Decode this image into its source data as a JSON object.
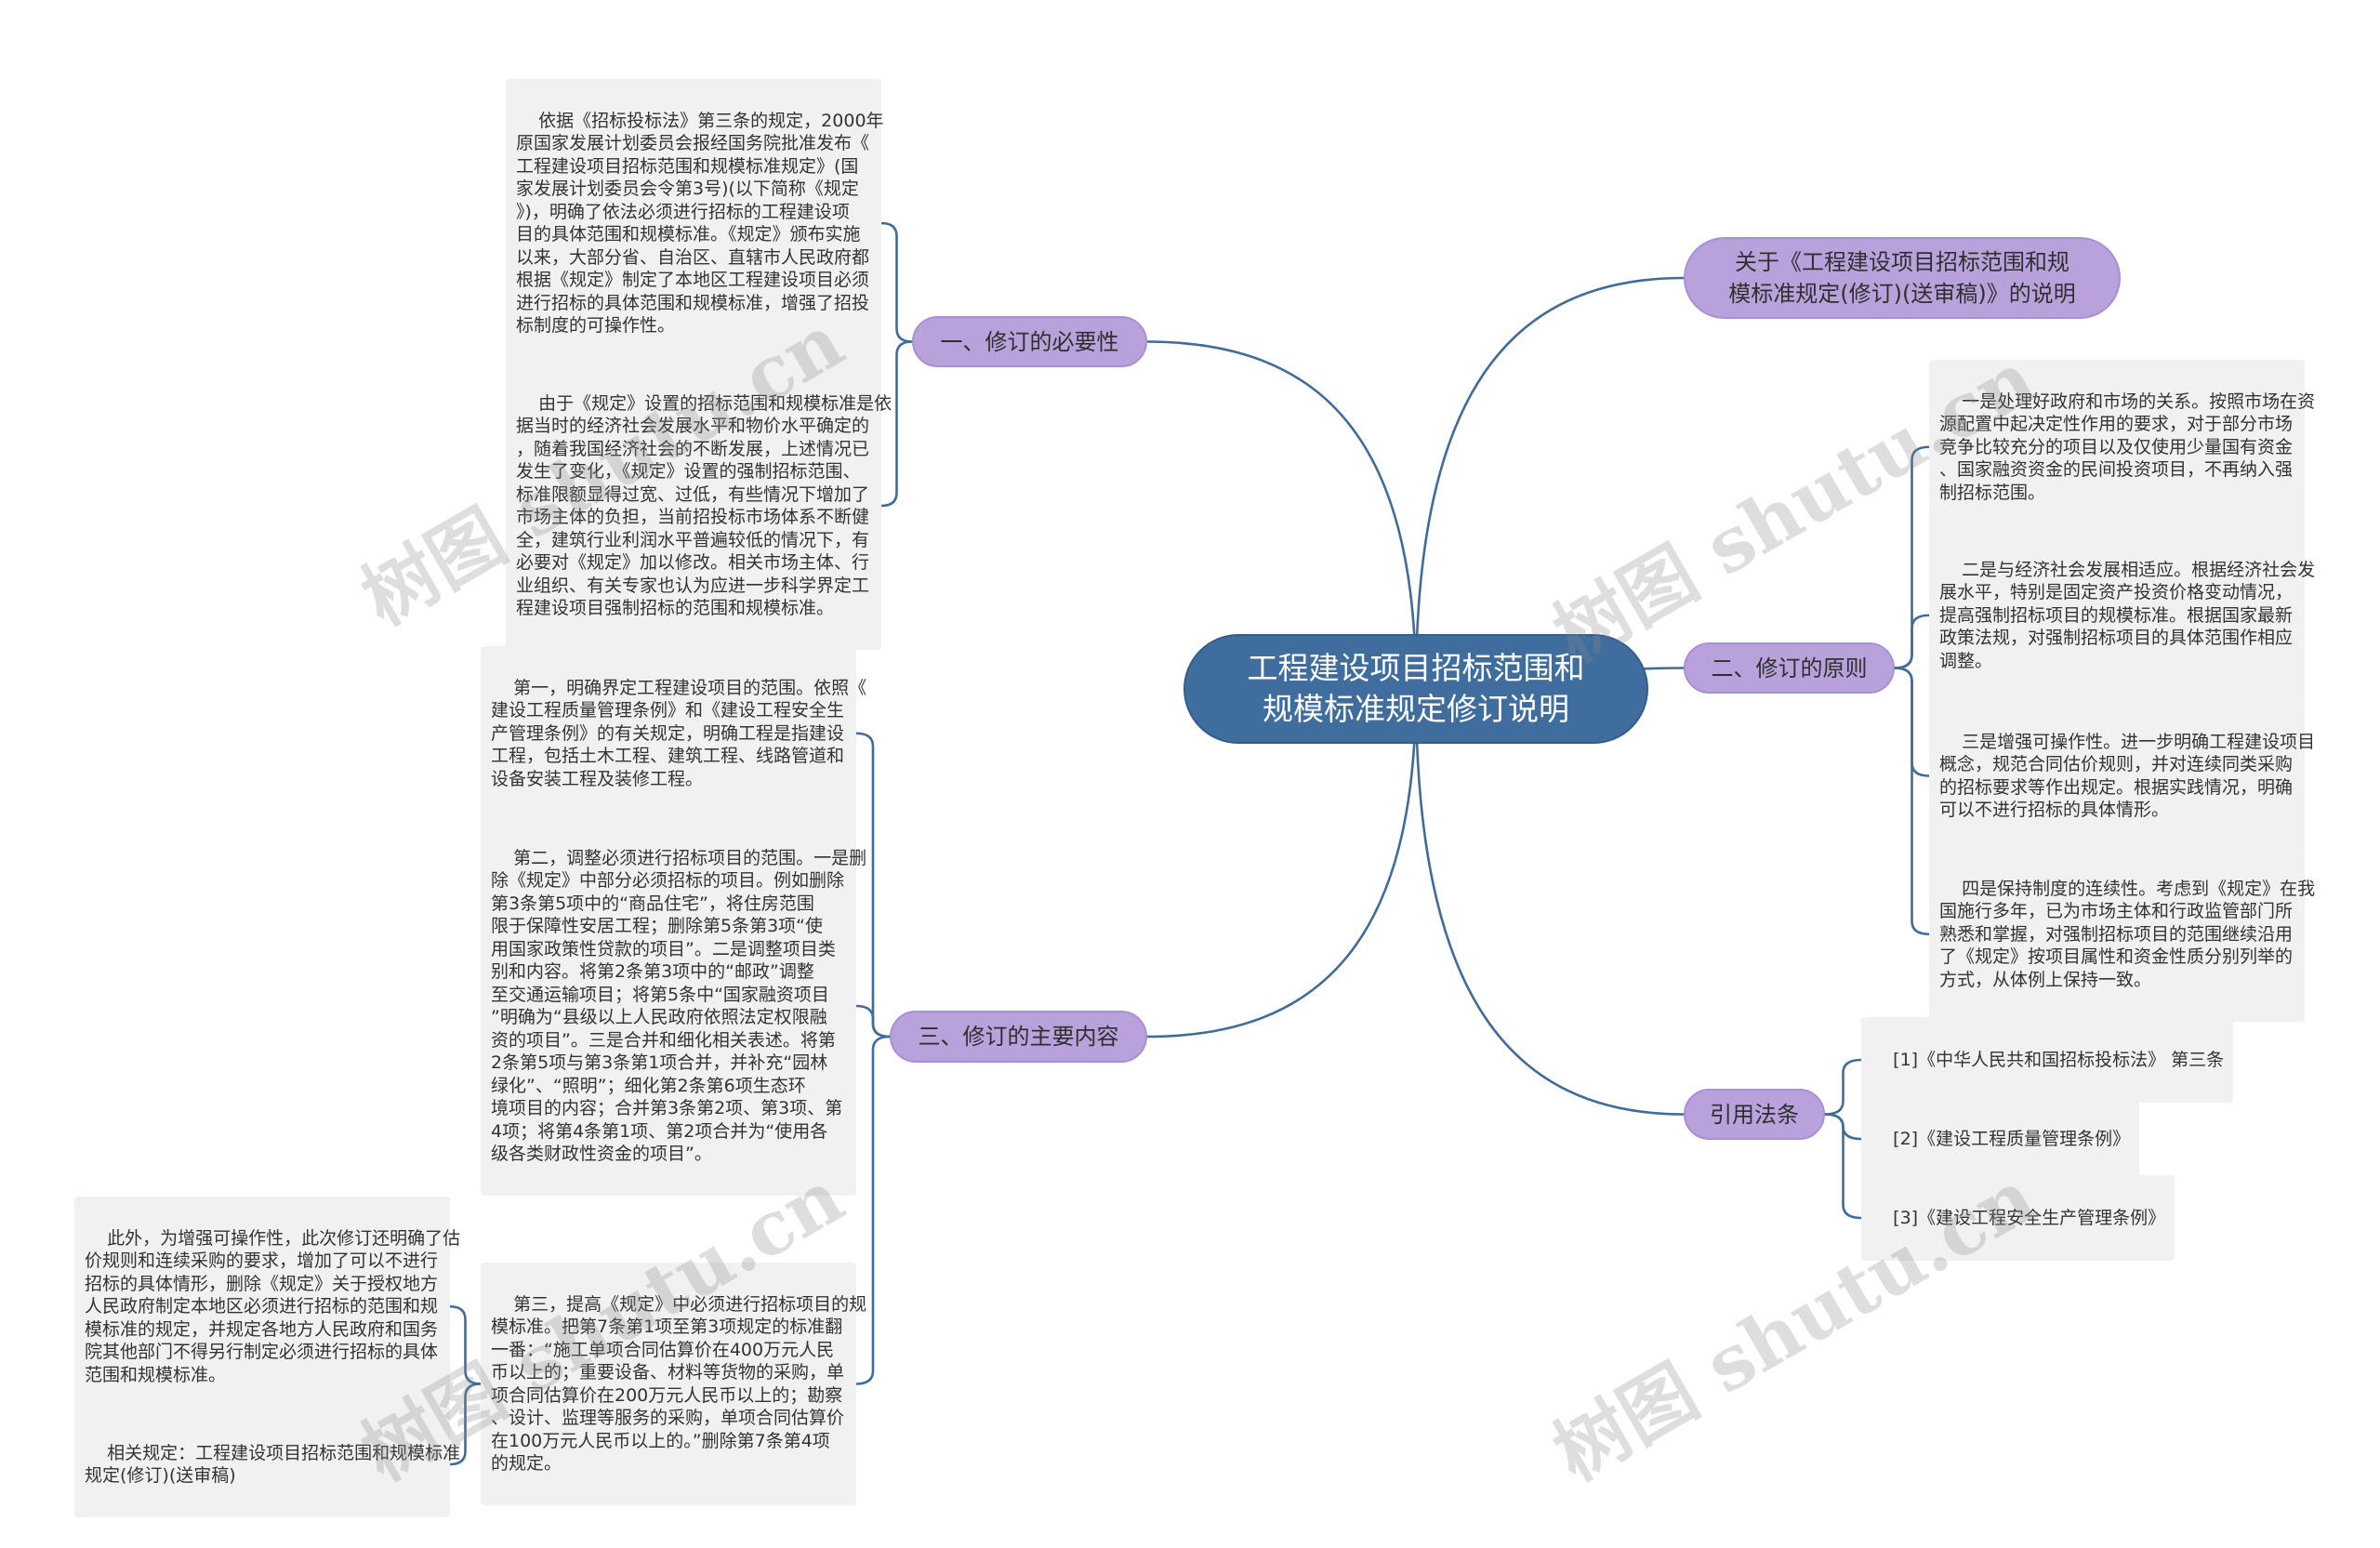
{
  "center": {
    "title": "工程建设项目招标范围和\n规模标准规定修订说明"
  },
  "branches": {
    "necessity": {
      "label": "一、修订的必要性",
      "items": [
        "依据《招标投标法》第三条的规定，2000年\n原国家发展计划委员会报经国务院批准发布《\n工程建设项目招标范围和规模标准规定》(国\n家发展计划委员会令第3号)(以下简称《规定\n》)，明确了依法必须进行招标的工程建设项\n目的具体范围和规模标准。《规定》颁布实施\n以来，大部分省、自治区、直辖市人民政府都\n根据《规定》制定了本地区工程建设项目必须\n进行招标的具体范围和规模标准，增强了招投\n标制度的可操作性。",
        "由于《规定》设置的招标范围和规模标准是依\n据当时的经济社会发展水平和物价水平确定的\n，随着我国经济社会的不断发展，上述情况已\n发生了变化，《规定》设置的强制招标范围、\n标准限额显得过宽、过低，有些情况下增加了\n市场主体的负担，当前招投标市场体系不断健\n全，建筑行业利润水平普遍较低的情况下，有\n必要对《规定》加以修改。相关市场主体、行\n业组织、有关专家也认为应进一步科学界定工\n程建设项目强制招标的范围和规模标准。"
      ]
    },
    "content": {
      "label": "三、修订的主要内容",
      "items": [
        "第一，明确界定工程建设项目的范围。依照《\n建设工程质量管理条例》和《建设工程安全生\n产管理条例》的有关规定，明确工程是指建设\n工程，包括土木工程、建筑工程、线路管道和\n设备安装工程及装修工程。",
        "第二，调整必须进行招标项目的范围。一是删\n除《规定》中部分必须招标的项目。例如删除\n第3条第5项中的“商品住宅”，将住房范围\n限于保障性安居工程；删除第5条第3项“使\n用国家政策性贷款的项目”。二是调整项目类\n别和内容。将第2条第3项中的“邮政”调整\n至交通运输项目；将第5条中“国家融资项目\n”明确为“县级以上人民政府依照法定权限融\n资的项目”。三是合并和细化相关表述。将第\n2条第5项与第3条第1项合并，并补充“园林\n绿化”、“照明”；细化第2条第6项生态环\n境项目的内容；合并第3条第2项、第3项、第\n4项；将第4条第1项、第2项合并为“使用各\n级各类财政性资金的项目”。",
        "第三，提高《规定》中必须进行招标项目的规\n模标准。把第7条第1项至第3项规定的标准翻\n一番：“施工单项合同估算价在400万元人民\n币以上的；重要设备、材料等货物的采购，单\n项合同估算价在200万元人民币以上的；勘察\n、设计、监理等服务的采购，单项合同估算价\n在100万元人民币以上的。”删除第7条第4项\n的规定。"
      ],
      "sub_items": [
        "此外，为增强可操作性，此次修订还明确了估\n价规则和连续采购的要求，增加了可以不进行\n招标的具体情形，删除《规定》关于授权地方\n人民政府制定本地区必须进行招标的范围和规\n模标准的规定，并规定各地方人民政府和国务\n院其他部门不得另行制定必须进行招标的具体\n范围和规模标准。",
        "相关规定：工程建设项目招标范围和规模标准\n规定(修订)(送审稿)"
      ]
    },
    "about": {
      "label": "关于《工程建设项目招标范围和规\n模标准规定(修订)(送审稿)》的说明"
    },
    "principles": {
      "label": "二、修订的原则",
      "items": [
        "一是处理好政府和市场的关系。按照市场在资\n源配置中起决定性作用的要求，对于部分市场\n竞争比较充分的项目以及仅使用少量国有资金\n、国家融资资金的民间投资项目，不再纳入强\n制招标范围。",
        "二是与经济社会发展相适应。根据经济社会发\n展水平，特别是固定资产投资价格变动情况，\n提高强制招标项目的规模标准。根据国家最新\n政策法规，对强制招标项目的具体范围作相应\n调整。",
        "三是增强可操作性。进一步明确工程建设项目\n概念，规范合同估价规则，并对连续同类采购\n的招标要求等作出规定。根据实践情况，明确\n可以不进行招标的具体情形。",
        "四是保持制度的连续性。考虑到《规定》在我\n国施行多年，已为市场主体和行政监管部门所\n熟悉和掌握，对强制招标项目的范围继续沿用\n了《规定》按项目属性和资金性质分别列举的\n方式，从体例上保持一致。"
      ]
    },
    "references": {
      "label": "引用法条",
      "items": [
        "[1]《中华人民共和国招标投标法》 第三条",
        "[2]《建设工程质量管理条例》",
        "[3]《建设工程安全生产管理条例》"
      ]
    }
  },
  "watermark": {
    "text": "树图 shutu.cn"
  },
  "colors": {
    "center_fill": "#3e6d9e",
    "branch_fill": "#b9a2dc",
    "leaf_fill": "#f1f1f1",
    "line": "#3f6c9b"
  }
}
